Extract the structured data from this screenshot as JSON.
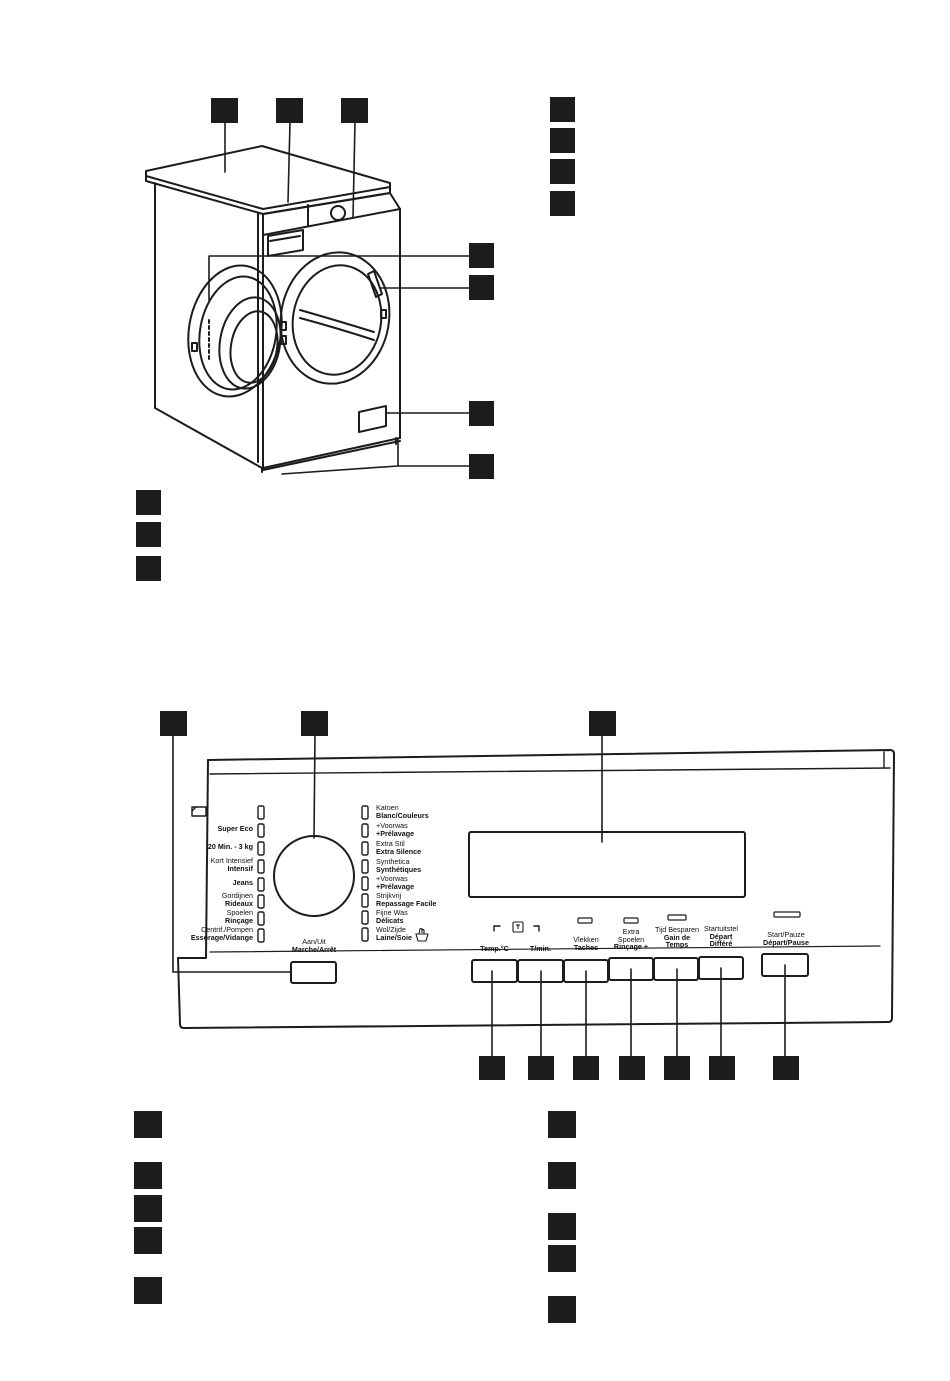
{
  "colors": {
    "ink": "#1c1c1c",
    "paper": "#ffffff"
  },
  "panel": {
    "programs_left": [
      {
        "nl": "",
        "fr": "Super Eco"
      },
      {
        "nl": "",
        "fr": "20 Min. - 3 kg"
      },
      {
        "nl": "Kort Intensief",
        "fr": "Intensif"
      },
      {
        "nl": "",
        "fr": "Jeans"
      },
      {
        "nl": "Gordijnen",
        "fr": "Rideaux"
      },
      {
        "nl": "Spoelen",
        "fr": "Rinçage"
      },
      {
        "nl": "Centrif./Pompen",
        "fr": "Essorage/Vidange"
      }
    ],
    "programs_right": [
      {
        "nl": "Katoen",
        "fr": "Blanc/Couleurs"
      },
      {
        "nl": "+Voorwas",
        "fr": "+Prélavage"
      },
      {
        "nl": "Extra Stil",
        "fr": "Extra Silence"
      },
      {
        "nl": "Synthetica",
        "fr": "Synthétiques"
      },
      {
        "nl": "+Voorwas",
        "fr": "+Prélavage"
      },
      {
        "nl": "Strijkvrij",
        "fr": "Repassage Facile"
      },
      {
        "nl": "Fijne Was",
        "fr": "Délicats"
      },
      {
        "nl": "Wol/Zijde",
        "fr": "Laine/Soie"
      }
    ],
    "onoff": {
      "nl": "Aan/Uit",
      "fr": "Marche/Arrêt"
    },
    "temp": "Temp.°C",
    "spin": "T/min.",
    "stains": {
      "nl": "Vlekken",
      "fr": "Taches"
    },
    "rinse": {
      "nl1": "Extra",
      "nl2": "Spoelen",
      "fr": "Rinçage +"
    },
    "timesave": {
      "nl": "Tijd Besparen",
      "fr1": "Gain de",
      "fr2": "Temps"
    },
    "delay": {
      "nl": "Startuitstel",
      "fr1": "Départ",
      "fr2": "Différé"
    },
    "start": {
      "nl": "Start/Pauze",
      "fr": "Départ/Pause"
    }
  },
  "icons": [
    "tag-icon",
    "lock-icon",
    "hand-wash-icon"
  ]
}
